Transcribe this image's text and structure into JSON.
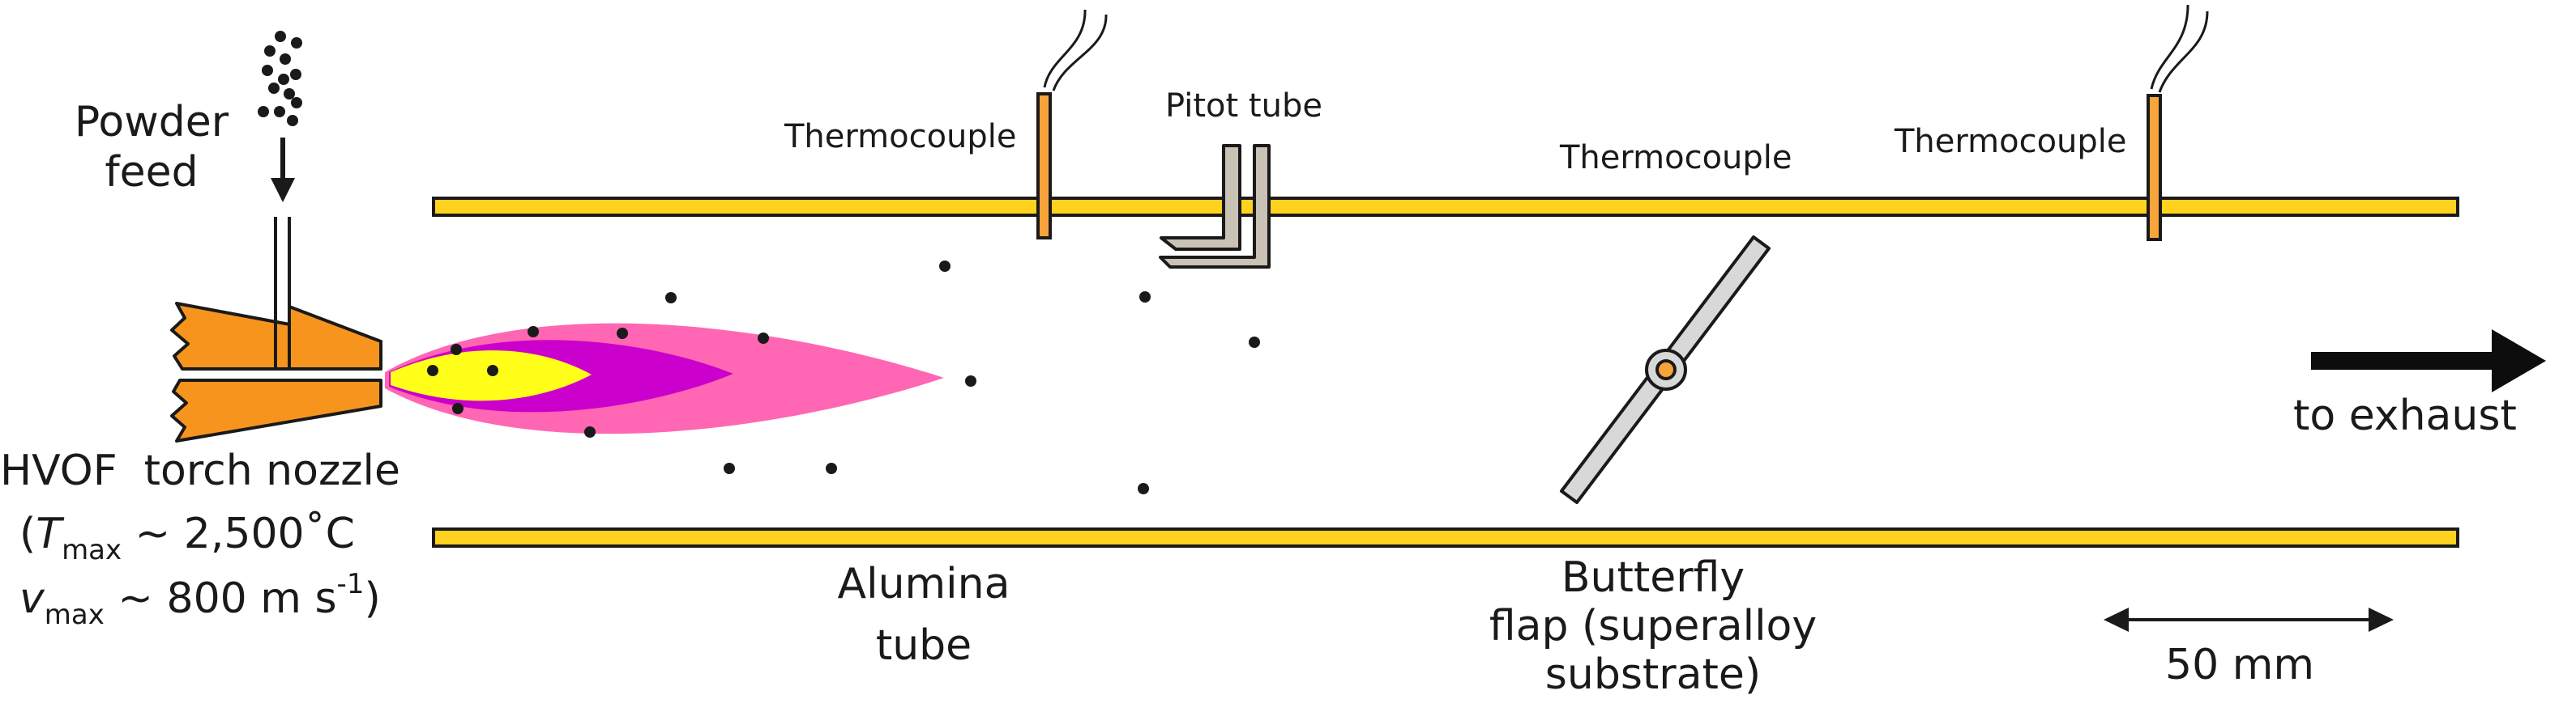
{
  "labels": {
    "powder_feed_line1": "Powder",
    "powder_feed_line2": "feed",
    "hvof_torch_nozzle": "HVOF  torch nozzle",
    "tmax_open": "(",
    "tmax_symbol": "T",
    "tmax_sub": "max",
    "tmax_value": "~ 2,500˚C",
    "vmax_symbol": "v",
    "vmax_sub": "max",
    "vmax_value": "~ 800 m s",
    "vmax_sup": "-1",
    "vmax_close": ")",
    "thermocouple_1": "Thermocouple",
    "thermocouple_2": "Thermocouple",
    "thermocouple_3": "Thermocouple",
    "pitot_tube": "Pitot tube",
    "to_exhaust": "to exhaust",
    "alumina_tube_line1": "Alumina",
    "alumina_tube_line2": "tube",
    "butterfly_line1": "Butterfly",
    "butterfly_line2": "flap (superalloy",
    "butterfly_line3": "substrate)",
    "scale_bar": "50 mm"
  },
  "colors": {
    "tube_fill": "#ffd21f",
    "nozzle_orange": "#f7941d",
    "thermocouple_orange": "#f7a43a",
    "flame_outer": "#ff66b3",
    "flame_middle": "#cc00cc",
    "flame_core": "#ffff1a",
    "pitot_fill": "#c9c2b5",
    "flap_fill": "#d8d8d8",
    "outline": "#1a1a1a"
  },
  "icons": {
    "powder_arrow": "down-arrow-icon",
    "exhaust_arrow": "right-arrow-icon",
    "scale_bar": "double-headed-arrow-icon"
  }
}
